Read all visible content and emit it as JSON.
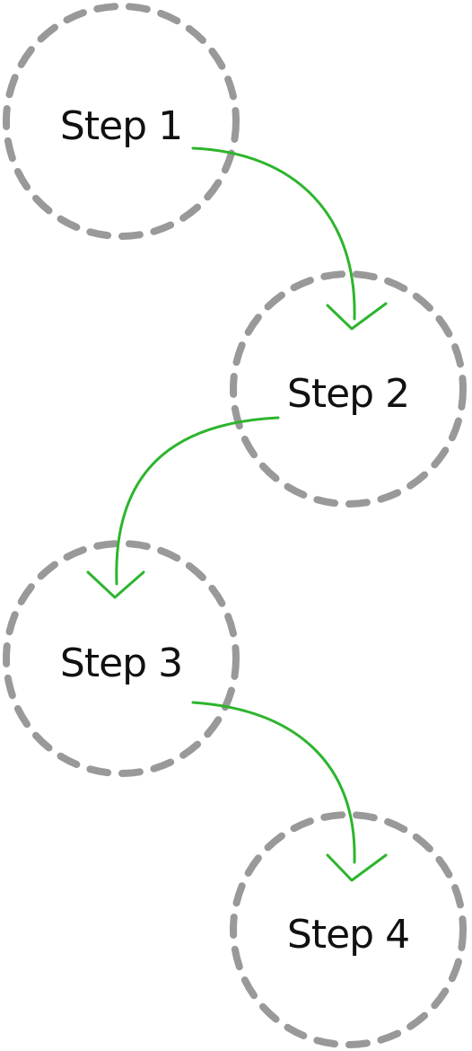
{
  "diagram": {
    "steps": [
      {
        "label": "Step 1"
      },
      {
        "label": "Step 2"
      },
      {
        "label": "Step 3"
      },
      {
        "label": "Step 4"
      }
    ],
    "colors": {
      "circle_stroke": "#999999",
      "arrow": "#2db52d",
      "text": "#111111",
      "background": "#ffffff"
    }
  }
}
